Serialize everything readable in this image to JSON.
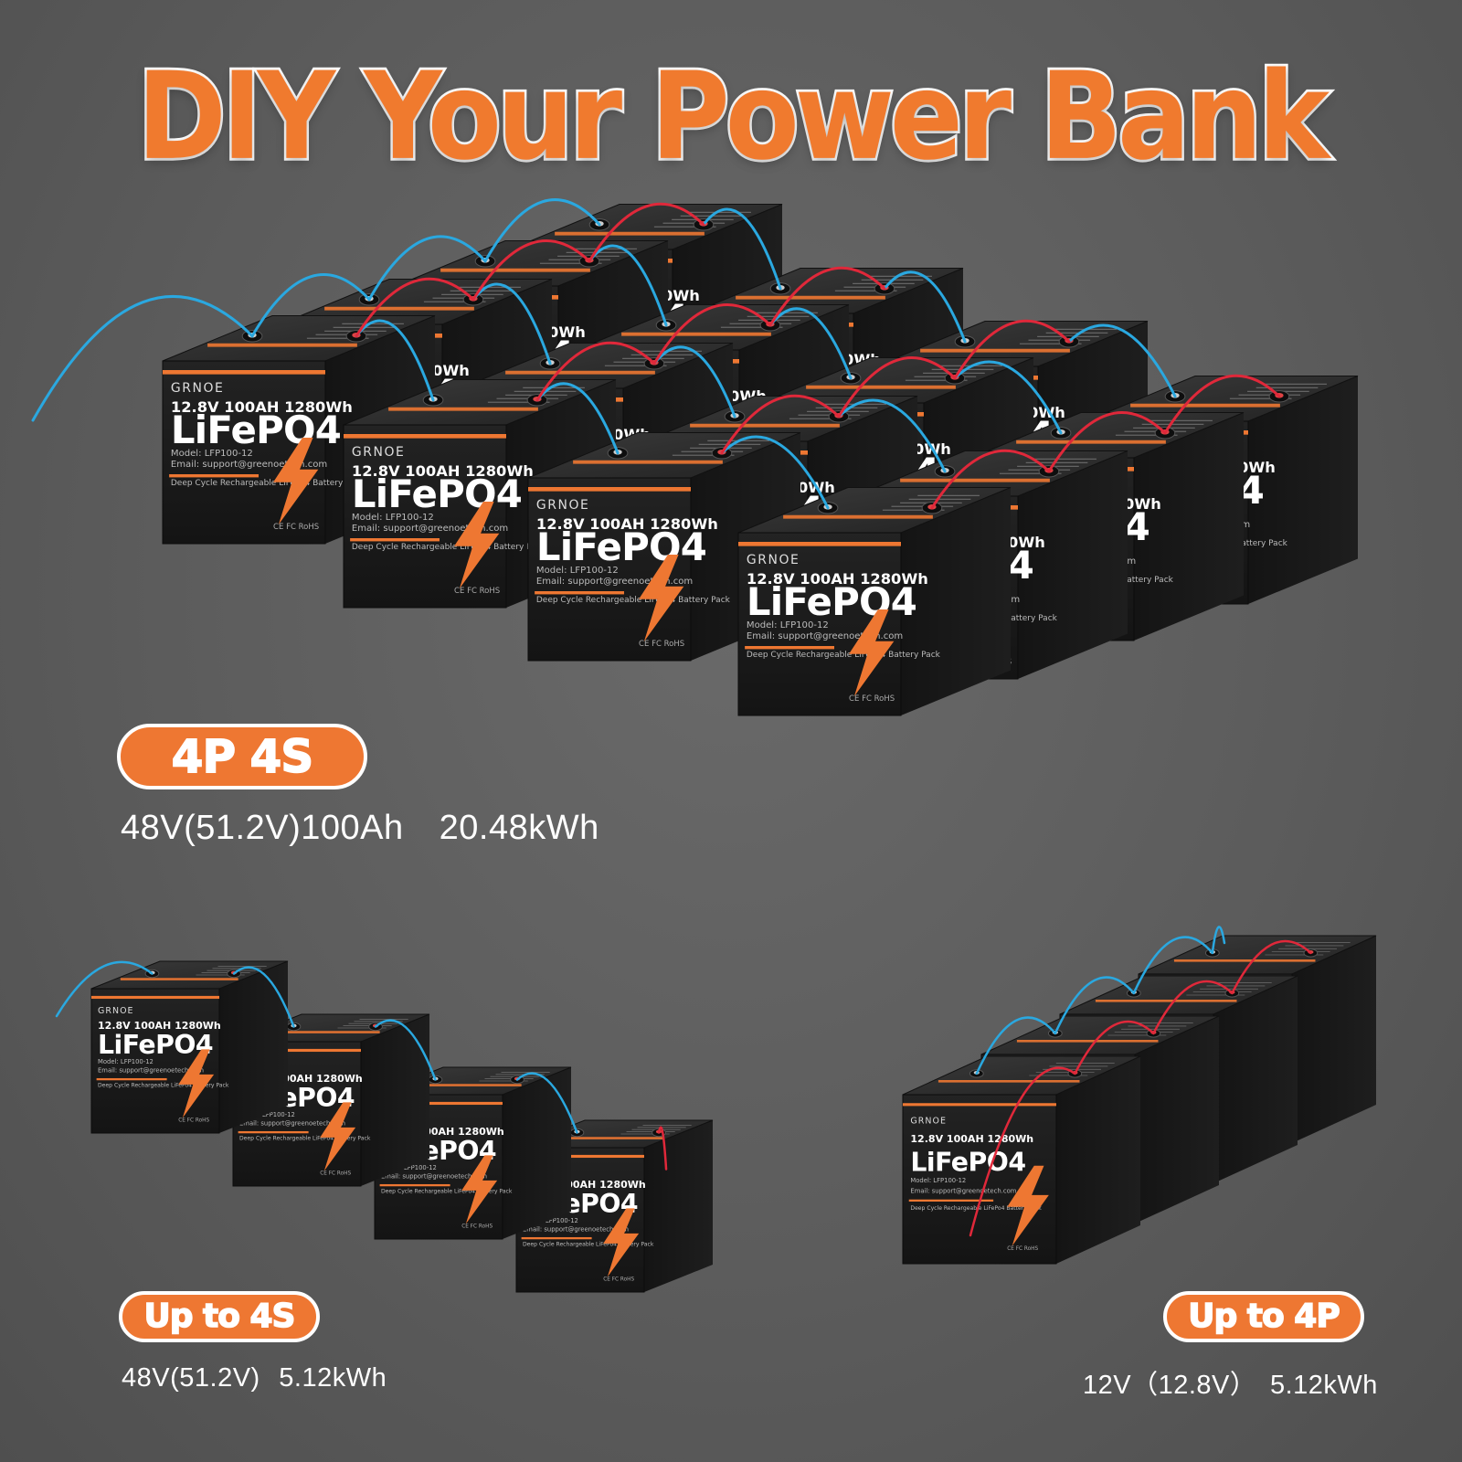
{
  "title": "DIY Your Power Bank",
  "battery": {
    "brand": "GRNOE",
    "spec": "12.8V 100AH 1280Wh",
    "chem": "LiFePO4",
    "model": "Model: LFP100-12",
    "email": "Email: support@greenoetech.com",
    "desc": "Deep Cycle Rechargeable LiFePo4 Battery Pack",
    "cert": "CE FC RoHS"
  },
  "configs": [
    {
      "badge": "4P 4S",
      "spec": "48V(51.2V)100Ah 20.48kWh"
    },
    {
      "badge": "Up to 4S",
      "spec": "48V(51.2V) 5.12kWh"
    },
    {
      "badge": "Up to 4P",
      "spec": "12V（12.8V） 5.12kWh"
    }
  ],
  "colors": {
    "accent": "#ee7732",
    "wire_negative": "#2aa8e0",
    "wire_positive": "#e0283a",
    "battery_body": "#1b1b1b"
  }
}
